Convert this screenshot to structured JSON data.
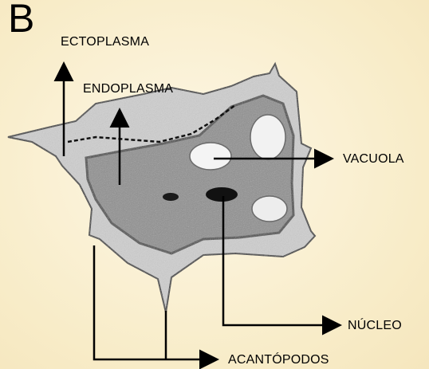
{
  "figure": {
    "panel_letter": "B",
    "labels": {
      "ectoplasm": "ECTOPLASMA",
      "endoplasm": "ENDOPLASMA",
      "vacuole": "VACUOLA",
      "nucleus": "NÚCLEO",
      "acanthopods": "ACANTÓPODOS"
    }
  },
  "colors": {
    "background": "#fbf3dc",
    "cell_outer": "#d2d2d2",
    "cell_inner": "#8e8e8e",
    "arrow": "#000000"
  }
}
